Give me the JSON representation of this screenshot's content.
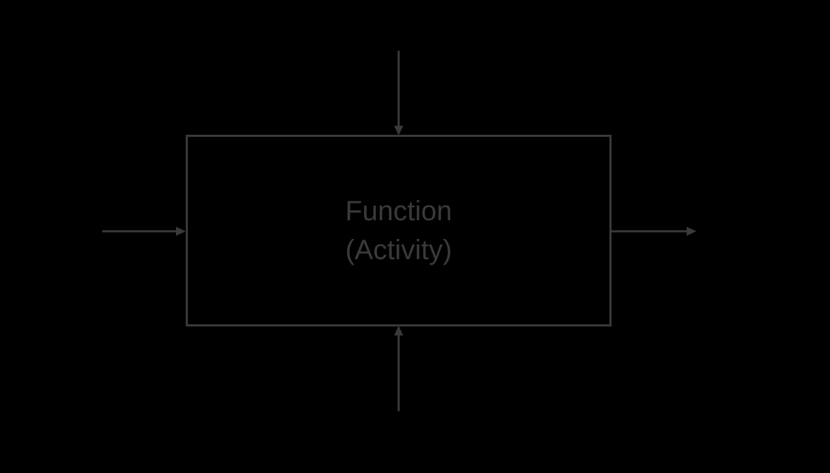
{
  "diagram": {
    "box": {
      "label_line1": "Function",
      "label_line2": "(Activity)"
    },
    "arrows": {
      "top": "arrow-down-into-box-top",
      "left": "arrow-right-into-box-left",
      "right": "arrow-right-out-of-box",
      "bottom": "arrow-up-into-box-bottom"
    }
  },
  "colors": {
    "background": "#000000",
    "line": "#3a3a3a",
    "text": "#3a3a3a"
  }
}
